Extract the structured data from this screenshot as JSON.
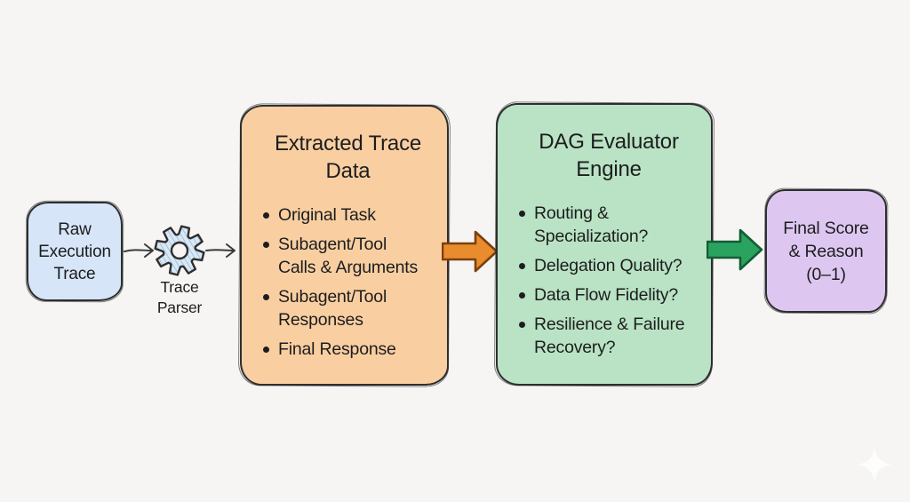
{
  "diagram": {
    "nodes": {
      "raw_trace": {
        "title": "Raw\nExecution\nTrace"
      },
      "trace_parser": {
        "label": "Trace\nParser",
        "icon": "gear-icon"
      },
      "extracted_trace_data": {
        "title": "Extracted Trace\nData",
        "bullets": [
          "Original Task",
          "Subagent/Tool\nCalls & Arguments",
          "Subagent/Tool\nResponses",
          "Final Response"
        ]
      },
      "dag_evaluator_engine": {
        "title": "DAG Evaluator\nEngine",
        "bullets": [
          "Routing &\nSpecialization?",
          "Delegation Quality?",
          "Data Flow Fidelity?",
          "Resilience & Failure\nRecovery?"
        ]
      },
      "final_score": {
        "title": "Final Score\n& Reason\n(0–1)"
      }
    },
    "icons": [
      "gear-icon",
      "arrow-right-icon",
      "sparkle-icon"
    ]
  },
  "colors": {
    "background": "#f6f5f3",
    "ink": "#1d1d1f",
    "outline": "#2e2e30",
    "node_blue": "#d6e5f7",
    "node_orange": "#f9cfa1",
    "node_green": "#b9e3c4",
    "node_purple": "#ddc7f0",
    "arrow_orange_fill": "#e88c2e",
    "arrow_orange_stroke": "#7c3f0e",
    "arrow_green_fill": "#2aa35f",
    "arrow_green_stroke": "#145c36",
    "gear_fill": "#d9e8f5",
    "gear_hatch": "#8fb3d1",
    "thin_arrow": "#3a3a3c",
    "sparkle": "#ffffff"
  }
}
